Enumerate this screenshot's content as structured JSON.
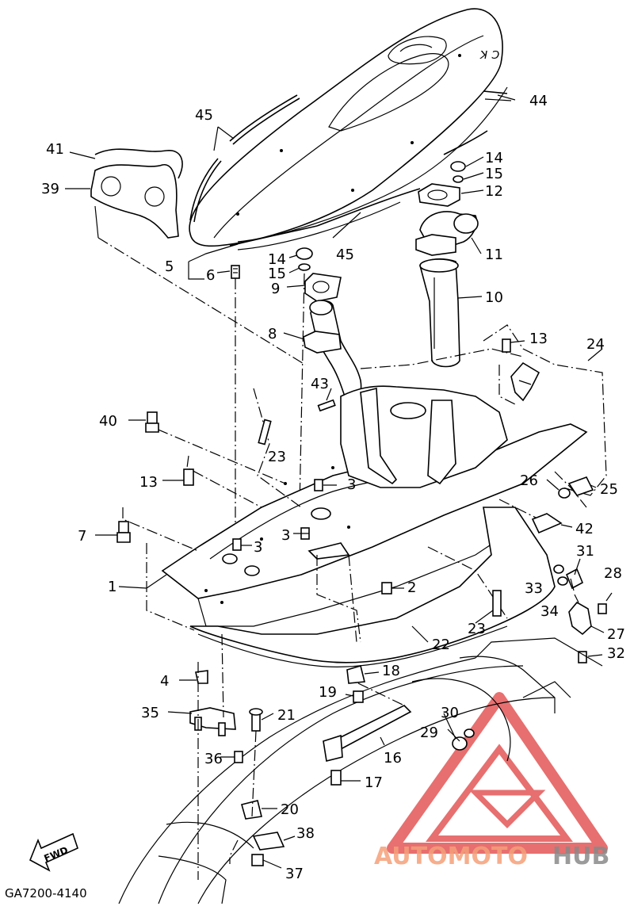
{
  "diagram": {
    "code": "GA7200-4140",
    "fwd_label": "FWD",
    "watermark": {
      "prefix": "AUTOMOTO",
      "suffix": "HUB",
      "color_prefix": "#f5a07a",
      "color_suffix": "#8a8a8a",
      "logo_color": "#e04040"
    },
    "labels": {
      "p1": "1",
      "p2": "2",
      "p3a": "3",
      "p3b": "3",
      "p3c": "3",
      "p4": "4",
      "p5": "5",
      "p6": "6",
      "p7": "7",
      "p8": "8",
      "p9": "9",
      "p10": "10",
      "p11": "11",
      "p12": "12",
      "p13a": "13",
      "p13b": "13",
      "p14a": "14",
      "p14b": "14",
      "p15a": "15",
      "p15b": "15",
      "p16": "16",
      "p17": "17",
      "p18": "18",
      "p19": "19",
      "p20": "20",
      "p21": "21",
      "p22": "22",
      "p23a": "23",
      "p23b": "23",
      "p24": "24",
      "p25": "25",
      "p26": "26",
      "p27": "27",
      "p28": "28",
      "p29": "29",
      "p30": "30",
      "p31": "31",
      "p32": "32",
      "p33": "33",
      "p34": "34",
      "p35": "35",
      "p36": "36",
      "p37": "37",
      "p38": "38",
      "p39": "39",
      "p40": "40",
      "p41": "41",
      "p42": "42",
      "p43": "43",
      "p44": "44",
      "p45a": "45",
      "p45b": "45"
    }
  }
}
